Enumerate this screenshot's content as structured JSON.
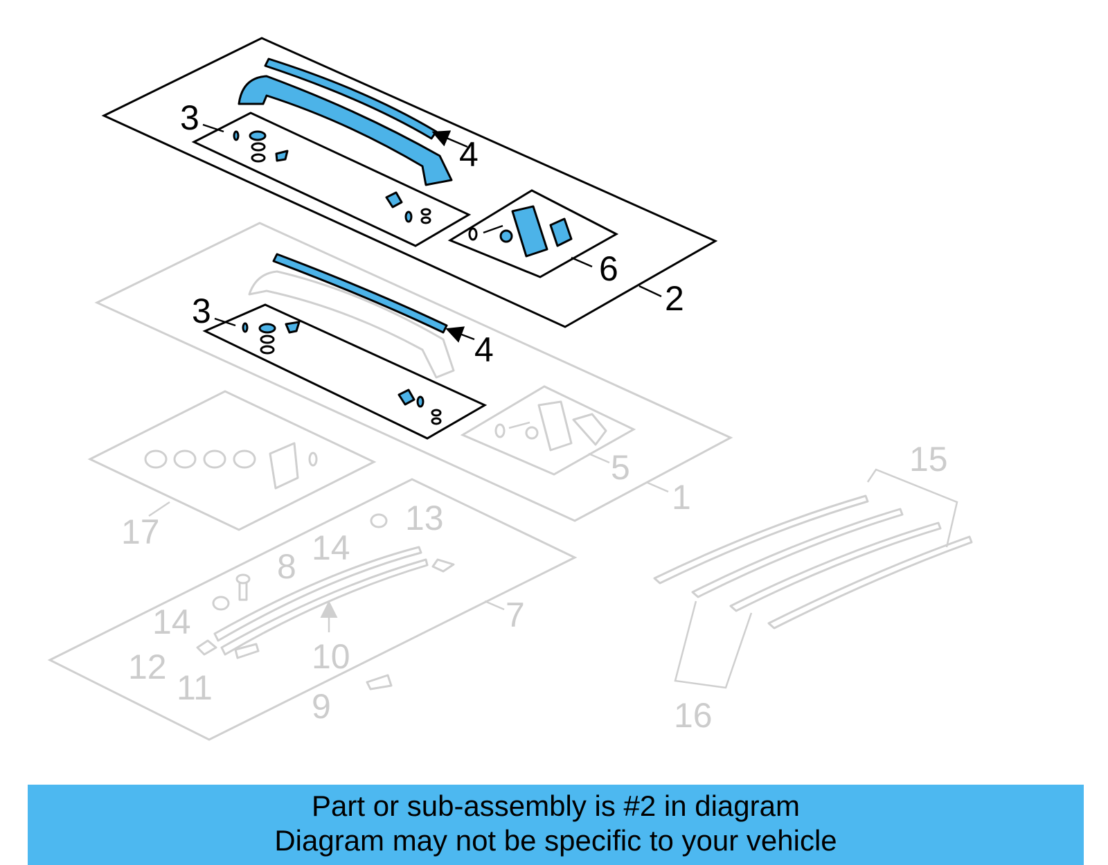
{
  "banner": {
    "line1": "Part or sub-assembly is #2 in diagram",
    "line2": "Diagram may not be specific to your vehicle",
    "color": "#4db8f0"
  },
  "highlight_color": "#4cb3e8",
  "callouts": {
    "c1": "1",
    "c2": "2",
    "c3a": "3",
    "c3b": "3",
    "c4a": "4",
    "c4b": "4",
    "c5": "5",
    "c6": "6",
    "c7": "7",
    "c8": "8",
    "c9": "9",
    "c10": "10",
    "c11": "11",
    "c12": "12",
    "c13": "13",
    "c14a": "14",
    "c14b": "14",
    "c15": "15",
    "c16": "16",
    "c17": "17"
  }
}
